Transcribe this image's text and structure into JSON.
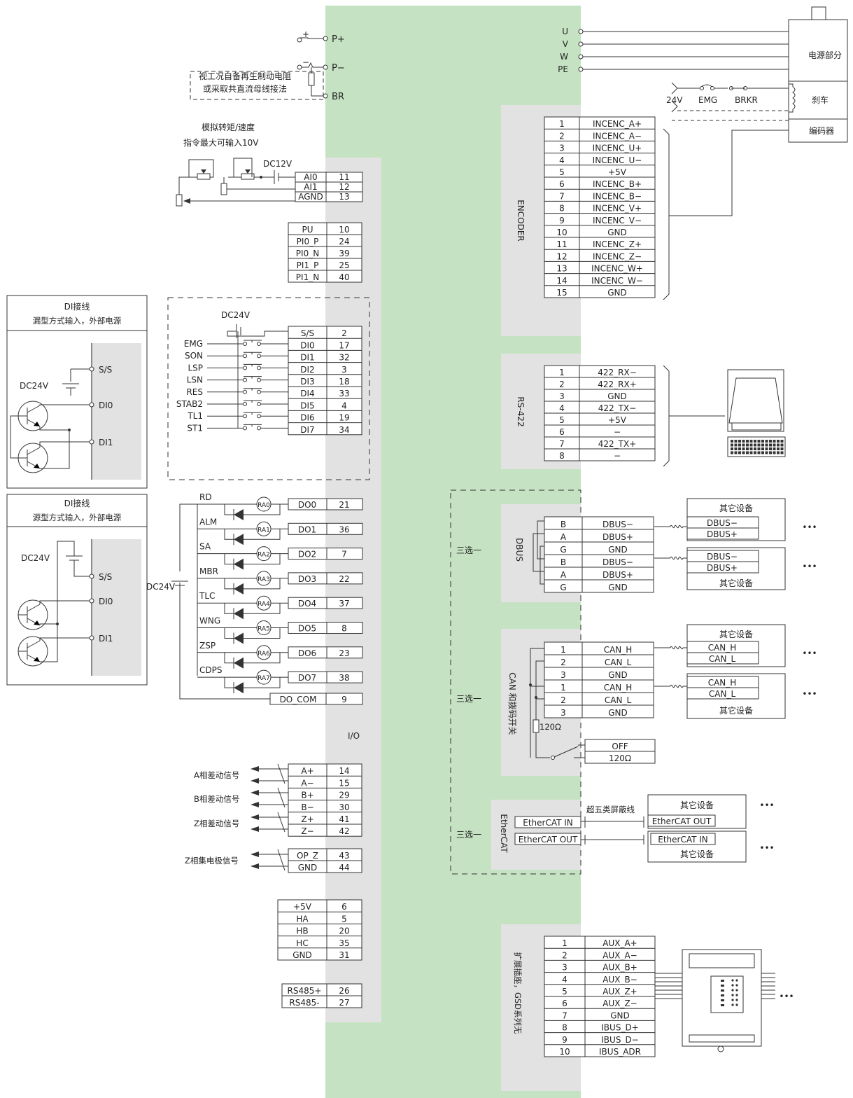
{
  "power": {
    "terminals": [
      "P+",
      "P−",
      "BR"
    ],
    "plus_sign": "+",
    "minus_sign": "−",
    "regen_note": [
      "视工况自备再生制动电阻",
      "或采取共直流母线接法"
    ]
  },
  "motor": {
    "terminals": [
      "U",
      "V",
      "W",
      "PE"
    ],
    "power_label": "电源部分",
    "brake_label": "刹车",
    "encoder_label": "编码器",
    "brake_circuit": [
      "24V",
      "EMG",
      "BRKR"
    ]
  },
  "analog": {
    "note": [
      "模拟转矩/速度",
      "指令最大可输入10V"
    ],
    "dc": "DC12V",
    "rows": [
      [
        "AI0",
        "11"
      ],
      [
        "AI1",
        "12"
      ],
      [
        "AGND",
        "13"
      ]
    ]
  },
  "pulse": {
    "rows": [
      [
        "PU",
        "10"
      ],
      [
        "PI0_P",
        "24"
      ],
      [
        "PI0_N",
        "39"
      ],
      [
        "PI1_P",
        "25"
      ],
      [
        "PI1_N",
        "40"
      ]
    ]
  },
  "di": {
    "dc": "DC24V",
    "rows": [
      [
        "S/S",
        "2"
      ],
      [
        "DI0",
        "17"
      ],
      [
        "DI1",
        "32"
      ],
      [
        "DI2",
        "3"
      ],
      [
        "DI3",
        "18"
      ],
      [
        "DI4",
        "33"
      ],
      [
        "DI5",
        "4"
      ],
      [
        "DI6",
        "19"
      ],
      [
        "DI7",
        "34"
      ]
    ],
    "signals": [
      "EMG",
      "SON",
      "LSP",
      "LSN",
      "RES",
      "STAB2",
      "TL1",
      "ST1"
    ]
  },
  "sink_box": {
    "title": [
      "DI接线",
      "漏型方式输入，外部电源"
    ],
    "dc": "DC24V",
    "pins": [
      "S/S",
      "DI0",
      "DI1"
    ]
  },
  "source_box": {
    "title": [
      "DI接线",
      "源型方式输入，外部电源"
    ],
    "dc": "DC24V",
    "pins": [
      "S/S",
      "DI0",
      "DI1"
    ]
  },
  "do": {
    "dc": "DC24V",
    "rows": [
      [
        "DO0",
        "21"
      ],
      [
        "DO1",
        "36"
      ],
      [
        "DO2",
        "7"
      ],
      [
        "DO3",
        "22"
      ],
      [
        "DO4",
        "37"
      ],
      [
        "DO5",
        "8"
      ],
      [
        "DO6",
        "23"
      ],
      [
        "DO7",
        "38"
      ]
    ],
    "signals": [
      "RD",
      "ALM",
      "SA",
      "MBR",
      "TLC",
      "WNG",
      "ZSP",
      "CDPS"
    ],
    "relays": [
      "RA0",
      "RA1",
      "RA2",
      "RA3",
      "RA4",
      "RA5",
      "RA6",
      "RA7"
    ],
    "common": [
      "DO_COM",
      "9"
    ]
  },
  "io_label": "I/O",
  "diff": {
    "rows": [
      [
        "A+",
        "14"
      ],
      [
        "A−",
        "15"
      ],
      [
        "B+",
        "29"
      ],
      [
        "B−",
        "30"
      ],
      [
        "Z+",
        "41"
      ],
      [
        "Z−",
        "42"
      ]
    ],
    "labels": [
      "A相差动信号",
      "B相差动信号",
      "Z相差动信号"
    ]
  },
  "opz": {
    "rows": [
      [
        "OP_Z",
        "43"
      ],
      [
        "GND",
        "44"
      ]
    ],
    "label": "Z相集电极信号"
  },
  "hall": {
    "rows": [
      [
        "+5V",
        "6"
      ],
      [
        "HA",
        "5"
      ],
      [
        "HB",
        "20"
      ],
      [
        "HC",
        "35"
      ],
      [
        "GND",
        "31"
      ]
    ]
  },
  "rs485": {
    "rows": [
      [
        "RS485+",
        "26"
      ],
      [
        "RS485-",
        "27"
      ]
    ]
  },
  "encoder": {
    "label": "ENCODER",
    "rows": [
      [
        "1",
        "INCENC_A+"
      ],
      [
        "2",
        "INCENC_A−"
      ],
      [
        "3",
        "INCENC_U+"
      ],
      [
        "4",
        "INCENC_U−"
      ],
      [
        "5",
        "+5V"
      ],
      [
        "6",
        "INCENC_B+"
      ],
      [
        "7",
        "INCENC_B−"
      ],
      [
        "8",
        "INCENC_V+"
      ],
      [
        "9",
        "INCENC_V−"
      ],
      [
        "10",
        "GND"
      ],
      [
        "11",
        "INCENC_Z+"
      ],
      [
        "12",
        "INCENC_Z−"
      ],
      [
        "13",
        "INCENC_W+"
      ],
      [
        "14",
        "INCENC_W−"
      ],
      [
        "15",
        "GND"
      ]
    ]
  },
  "rs422": {
    "label": "RS-422",
    "rows": [
      [
        "1",
        "422_RX−"
      ],
      [
        "2",
        "422_RX+"
      ],
      [
        "3",
        "GND"
      ],
      [
        "4",
        "422_TX−"
      ],
      [
        "5",
        "+5V"
      ],
      [
        "6",
        "−"
      ],
      [
        "7",
        "422_TX+"
      ],
      [
        "8",
        "−"
      ]
    ]
  },
  "choice_label": "三选一",
  "other_device": "其它设备",
  "ellipsis": "•••",
  "dbus": {
    "label": "DBUS",
    "rows": [
      [
        "B",
        "DBUS−"
      ],
      [
        "A",
        "DBUS+"
      ],
      [
        "G",
        "GND"
      ],
      [
        "B",
        "DBUS−"
      ],
      [
        "A",
        "DBUS+"
      ],
      [
        "G",
        "GND"
      ]
    ],
    "device_rows": [
      "DBUS−",
      "DBUS+"
    ]
  },
  "can": {
    "label": "CAN 和拨码开关",
    "rows": [
      [
        "1",
        "CAN_H"
      ],
      [
        "2",
        "CAN_L"
      ],
      [
        "3",
        "GND"
      ],
      [
        "1",
        "CAN_H"
      ],
      [
        "2",
        "CAN_L"
      ],
      [
        "3",
        "GND"
      ]
    ],
    "device_rows": [
      "CAN_H",
      "CAN_L"
    ],
    "resistor": "120Ω",
    "switch": [
      "OFF",
      "120Ω"
    ]
  },
  "ethercat": {
    "label": "EtherCAT",
    "ports": [
      "EtherCAT IN",
      "EtherCAT OUT"
    ],
    "cable": "超五类屏蔽线"
  },
  "aux": {
    "label": "扩展插座，GSD系列无",
    "rows": [
      [
        "1",
        "AUX_A+"
      ],
      [
        "2",
        "AUX_A−"
      ],
      [
        "3",
        "AUX_B+"
      ],
      [
        "4",
        "AUX_B−"
      ],
      [
        "5",
        "AUX_Z+"
      ],
      [
        "6",
        "AUX_Z−"
      ],
      [
        "7",
        "GND"
      ],
      [
        "8",
        "IBUS_D+"
      ],
      [
        "9",
        "IBUS_D−"
      ],
      [
        "10",
        "IBUS_ADR"
      ]
    ]
  },
  "colors": {
    "drive_body": "#c5e3c2",
    "panel_gray": "#e2e2e2",
    "line": "#333333"
  }
}
